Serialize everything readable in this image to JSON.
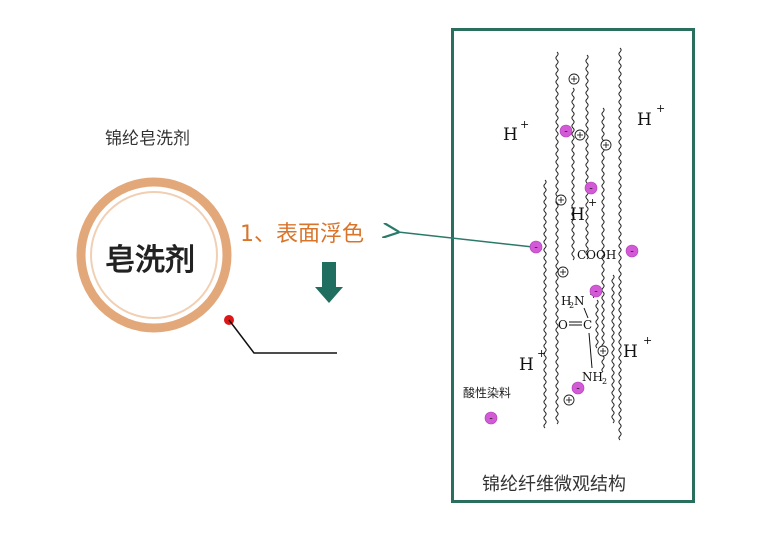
{
  "caption": "锦纶皂洗剂",
  "circle_label": "皂洗剂",
  "step_label": "1、表面浮色",
  "fiber_title": "锦纶纤维微观结构",
  "ion_h": "H",
  "ion_plus": "+",
  "carboxyl": "COOH",
  "amine_h2n": "H",
  "amine_n": "N",
  "amine_sub": "2",
  "carbonyl_oc": "O",
  "carbonyl_c": "C",
  "nh": "NH",
  "nh_sub": "2",
  "dye_label": "酸性染料",
  "negative_sign": "-",
  "colors": {
    "panel_border": "#2a6f5e",
    "arrow": "#2a7a6a",
    "ring": "#e3a87a",
    "step_text": "#d9752b",
    "dye_particle": "#d35ad6",
    "marker": "#e01515"
  }
}
